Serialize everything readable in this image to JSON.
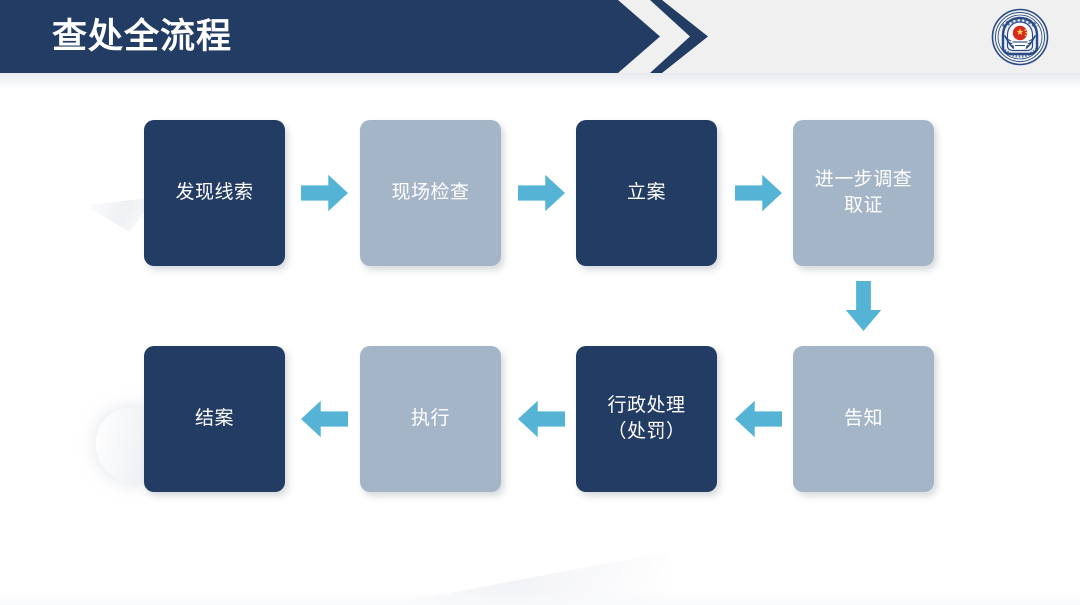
{
  "slide": {
    "title": "查处全流程",
    "background_color": "#ffffff",
    "header_color": "#233c63",
    "header_side_color": "#f0f0f0"
  },
  "emblem": {
    "name": "market-supervision-administration-emblem",
    "ring_color": "#2a4b86",
    "center_color": "#d42a21",
    "outer_text": "市场监督管理",
    "inner_text": "MARKET SUPERVISION AND LAW ENFORCEMENT"
  },
  "colors": {
    "node_dark": "#233c63",
    "node_light": "#a5b5c8",
    "arrow": "#55b4d6",
    "text_on_node": "#ffffff"
  },
  "flow": {
    "type": "process-flow",
    "direction": "serpentine-left-to-right-then-right-to-left",
    "nodes": [
      {
        "id": "n1",
        "label": "发现线索",
        "style": "dark",
        "row": 1,
        "col": 1
      },
      {
        "id": "n2",
        "label": "现场检查",
        "style": "light",
        "row": 1,
        "col": 2
      },
      {
        "id": "n3",
        "label": "立案",
        "style": "dark",
        "row": 1,
        "col": 3
      },
      {
        "id": "n4",
        "label": "进一步调查\n取证",
        "style": "light",
        "row": 1,
        "col": 4
      },
      {
        "id": "n5",
        "label": "告知",
        "style": "light",
        "row": 2,
        "col": 4
      },
      {
        "id": "n6",
        "label": "行政处理\n（处罚）",
        "style": "dark",
        "row": 2,
        "col": 3
      },
      {
        "id": "n7",
        "label": "执行",
        "style": "light",
        "row": 2,
        "col": 2
      },
      {
        "id": "n8",
        "label": "结案",
        "style": "dark",
        "row": 2,
        "col": 1
      }
    ],
    "connectors": [
      {
        "id": "a1",
        "from": "n1",
        "to": "n2",
        "direction": "right"
      },
      {
        "id": "a2",
        "from": "n2",
        "to": "n3",
        "direction": "right"
      },
      {
        "id": "a3",
        "from": "n3",
        "to": "n4",
        "direction": "right"
      },
      {
        "id": "a4",
        "from": "n4",
        "to": "n5",
        "direction": "down"
      },
      {
        "id": "a5",
        "from": "n5",
        "to": "n6",
        "direction": "left"
      },
      {
        "id": "a6",
        "from": "n6",
        "to": "n7",
        "direction": "left"
      },
      {
        "id": "a7",
        "from": "n7",
        "to": "n8",
        "direction": "left"
      }
    ]
  }
}
